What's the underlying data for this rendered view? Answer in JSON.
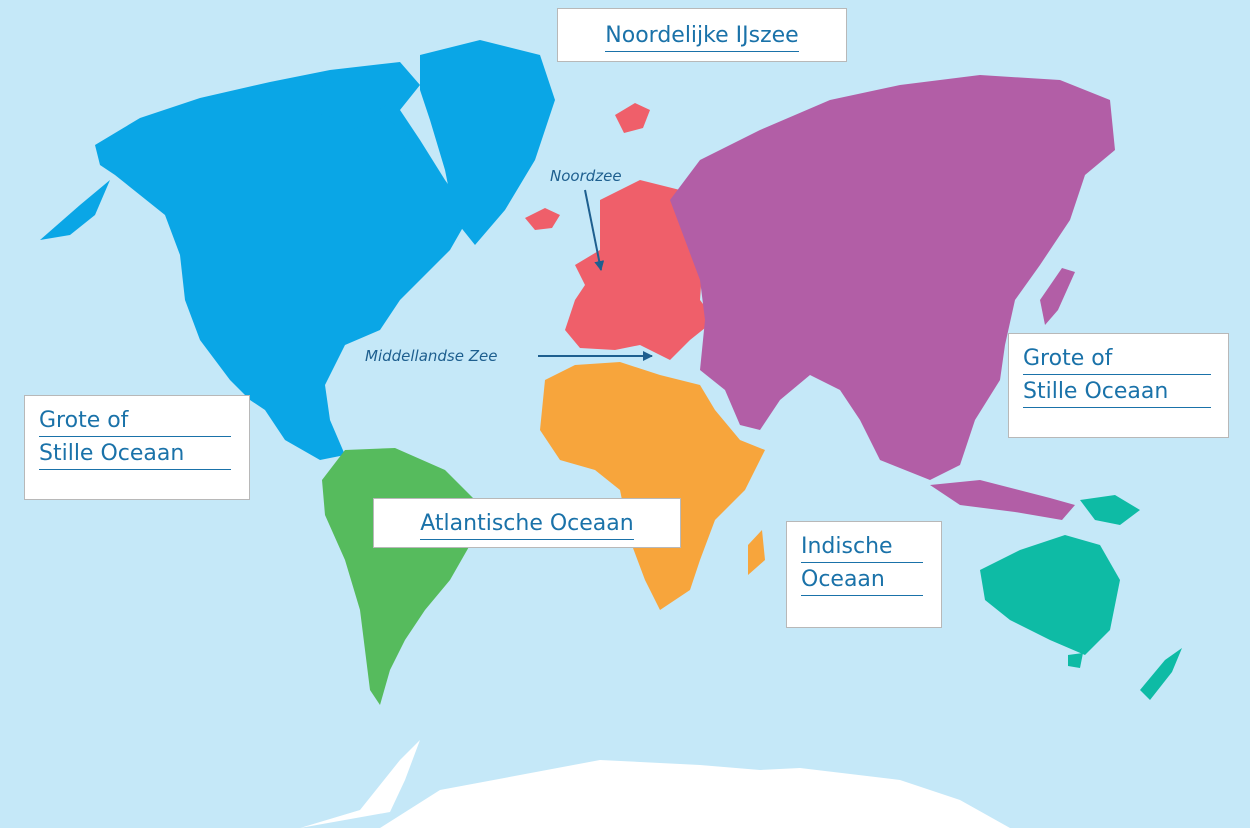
{
  "colors": {
    "ocean": "#c5e8f8",
    "north_america": "#0aa6e6",
    "south_america": "#56bb5d",
    "europe": "#ef5f6a",
    "africa": "#f7a53c",
    "asia": "#b25ea6",
    "oceania": "#0ebba5",
    "antarctica": "#ffffff",
    "label_text": "#1a72a9"
  },
  "oceans": {
    "arctic": "Noordelijke IJszee",
    "pacific_west": {
      "line1": "Grote of",
      "line2": "Stille Oceaan"
    },
    "pacific_east": {
      "line1": "Grote of",
      "line2": "Stille Oceaan"
    },
    "atlantic": "Atlantische Oceaan",
    "indian": {
      "line1": "Indische",
      "line2": "Oceaan"
    }
  },
  "seas": {
    "north_sea": "Noordzee",
    "mediterranean": "Middellandse Zee"
  }
}
